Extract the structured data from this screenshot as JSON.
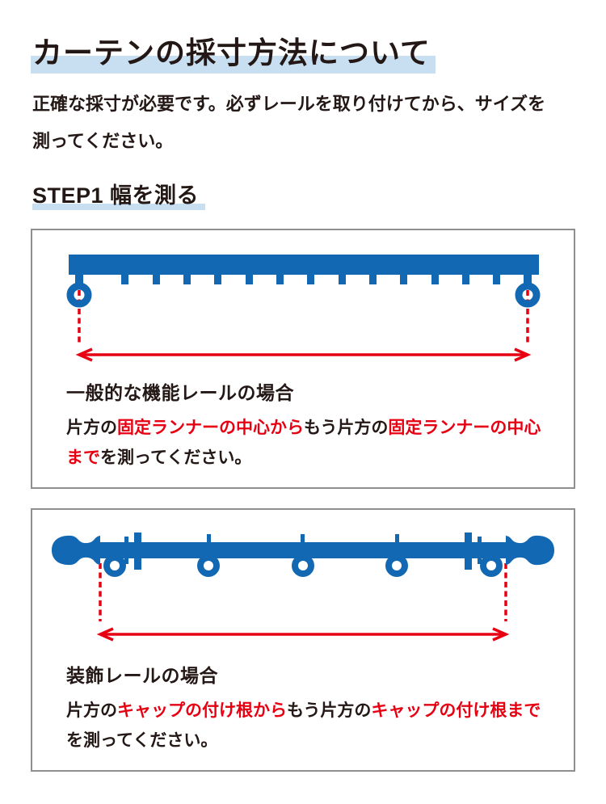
{
  "page": {
    "title": "カーテンの採寸方法について",
    "intro": "正確な採寸が必要です。必ずレールを取り付けてから、サイズを\n測ってください。",
    "step1_label": "STEP1 幅を測る"
  },
  "sections": [
    {
      "diagram": "functional-rail",
      "diagram_description": "機能レール：固定ランナー間を赤い両矢印で示した図",
      "heading": "一般的な機能レールの場合",
      "desc_parts": [
        {
          "t": "片方の",
          "c": "text"
        },
        {
          "t": "固定ランナーの中心から",
          "c": "red"
        },
        {
          "t": "もう片方の",
          "c": "text"
        },
        {
          "t": "固定ランナーの中心\nまで",
          "c": "red"
        },
        {
          "t": "を測ってください。",
          "c": "text"
        }
      ]
    },
    {
      "diagram": "decorative-rail",
      "diagram_description": "装飾レール：キャップの付け根間を赤い両矢印で示した図",
      "heading": "装飾レールの場合",
      "desc_parts": [
        {
          "t": "片方の",
          "c": "text"
        },
        {
          "t": "キャップの付け根から",
          "c": "red"
        },
        {
          "t": "もう片方の",
          "c": "text"
        },
        {
          "t": "キャップの付け根まで",
          "c": "red"
        },
        {
          "t": "\nを測ってください。",
          "c": "text"
        }
      ]
    }
  ],
  "colors": {
    "rail_blue": "#1268b2",
    "arrow_red": "#e60012",
    "highlight_blue": "#c7dff0",
    "text": "#231815",
    "box_border": "#8f8f8f"
  }
}
